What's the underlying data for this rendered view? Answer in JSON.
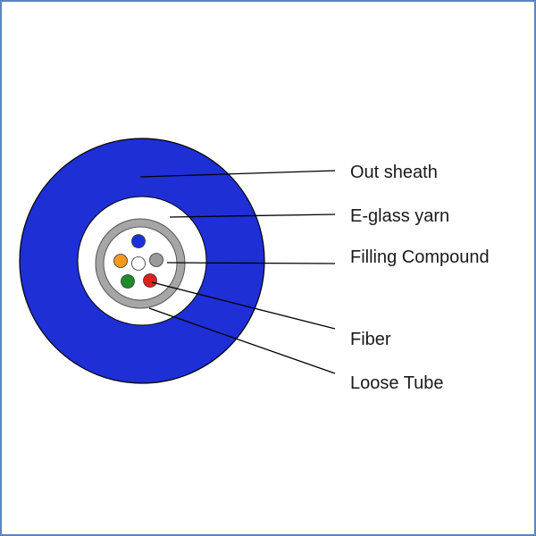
{
  "labels": {
    "out_sheath": "Out sheath",
    "e_glass_yarn": "E-glass yarn",
    "filling_compound": "Filling Compound",
    "fiber": "Fiber",
    "loose_tube": "Loose Tube"
  },
  "colors": {
    "frame_border": "#5b86c2",
    "out_sheath": "#1f2fd6",
    "yarn_layer": "#ffffff",
    "loose_tube": "#a6a6a6",
    "filling_compound": "#ffffff",
    "fiber_blue": "#1a2fe0",
    "fiber_orange": "#f39a1e",
    "fiber_white": "#ffffff",
    "fiber_gray": "#9a9a9a",
    "fiber_green": "#1f8a2b",
    "fiber_red": "#e0201b",
    "leader_line": "#000000"
  }
}
